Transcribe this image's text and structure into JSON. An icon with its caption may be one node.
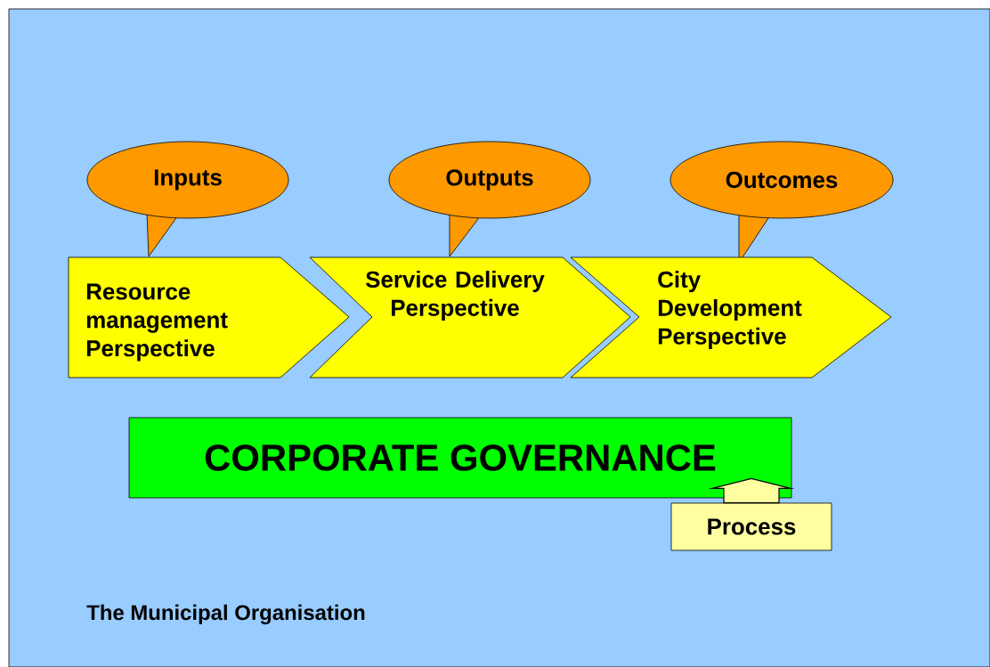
{
  "diagram": {
    "nodes": [
      {
        "text": [
          "Inputs"
        ]
      },
      {
        "text": [
          "Outputs"
        ]
      },
      {
        "text": [
          "Outcomes"
        ]
      },
      {
        "text": [
          "Resource management Perspective"
        ]
      },
      {
        "text": [
          "Service Delivery Perspective"
        ]
      },
      {
        "text": [
          "City Development Perspective"
        ]
      },
      {
        "text": [
          "CORPORATE GOVERNANCE"
        ]
      },
      {
        "text": [
          "Process"
        ]
      }
    ],
    "edges": [
      {
        "from": 7,
        "to": 6,
        "arrow": "to",
        "style": "thick"
      }
    ],
    "labels": [
      "The Municipal Organisation"
    ]
  }
}
